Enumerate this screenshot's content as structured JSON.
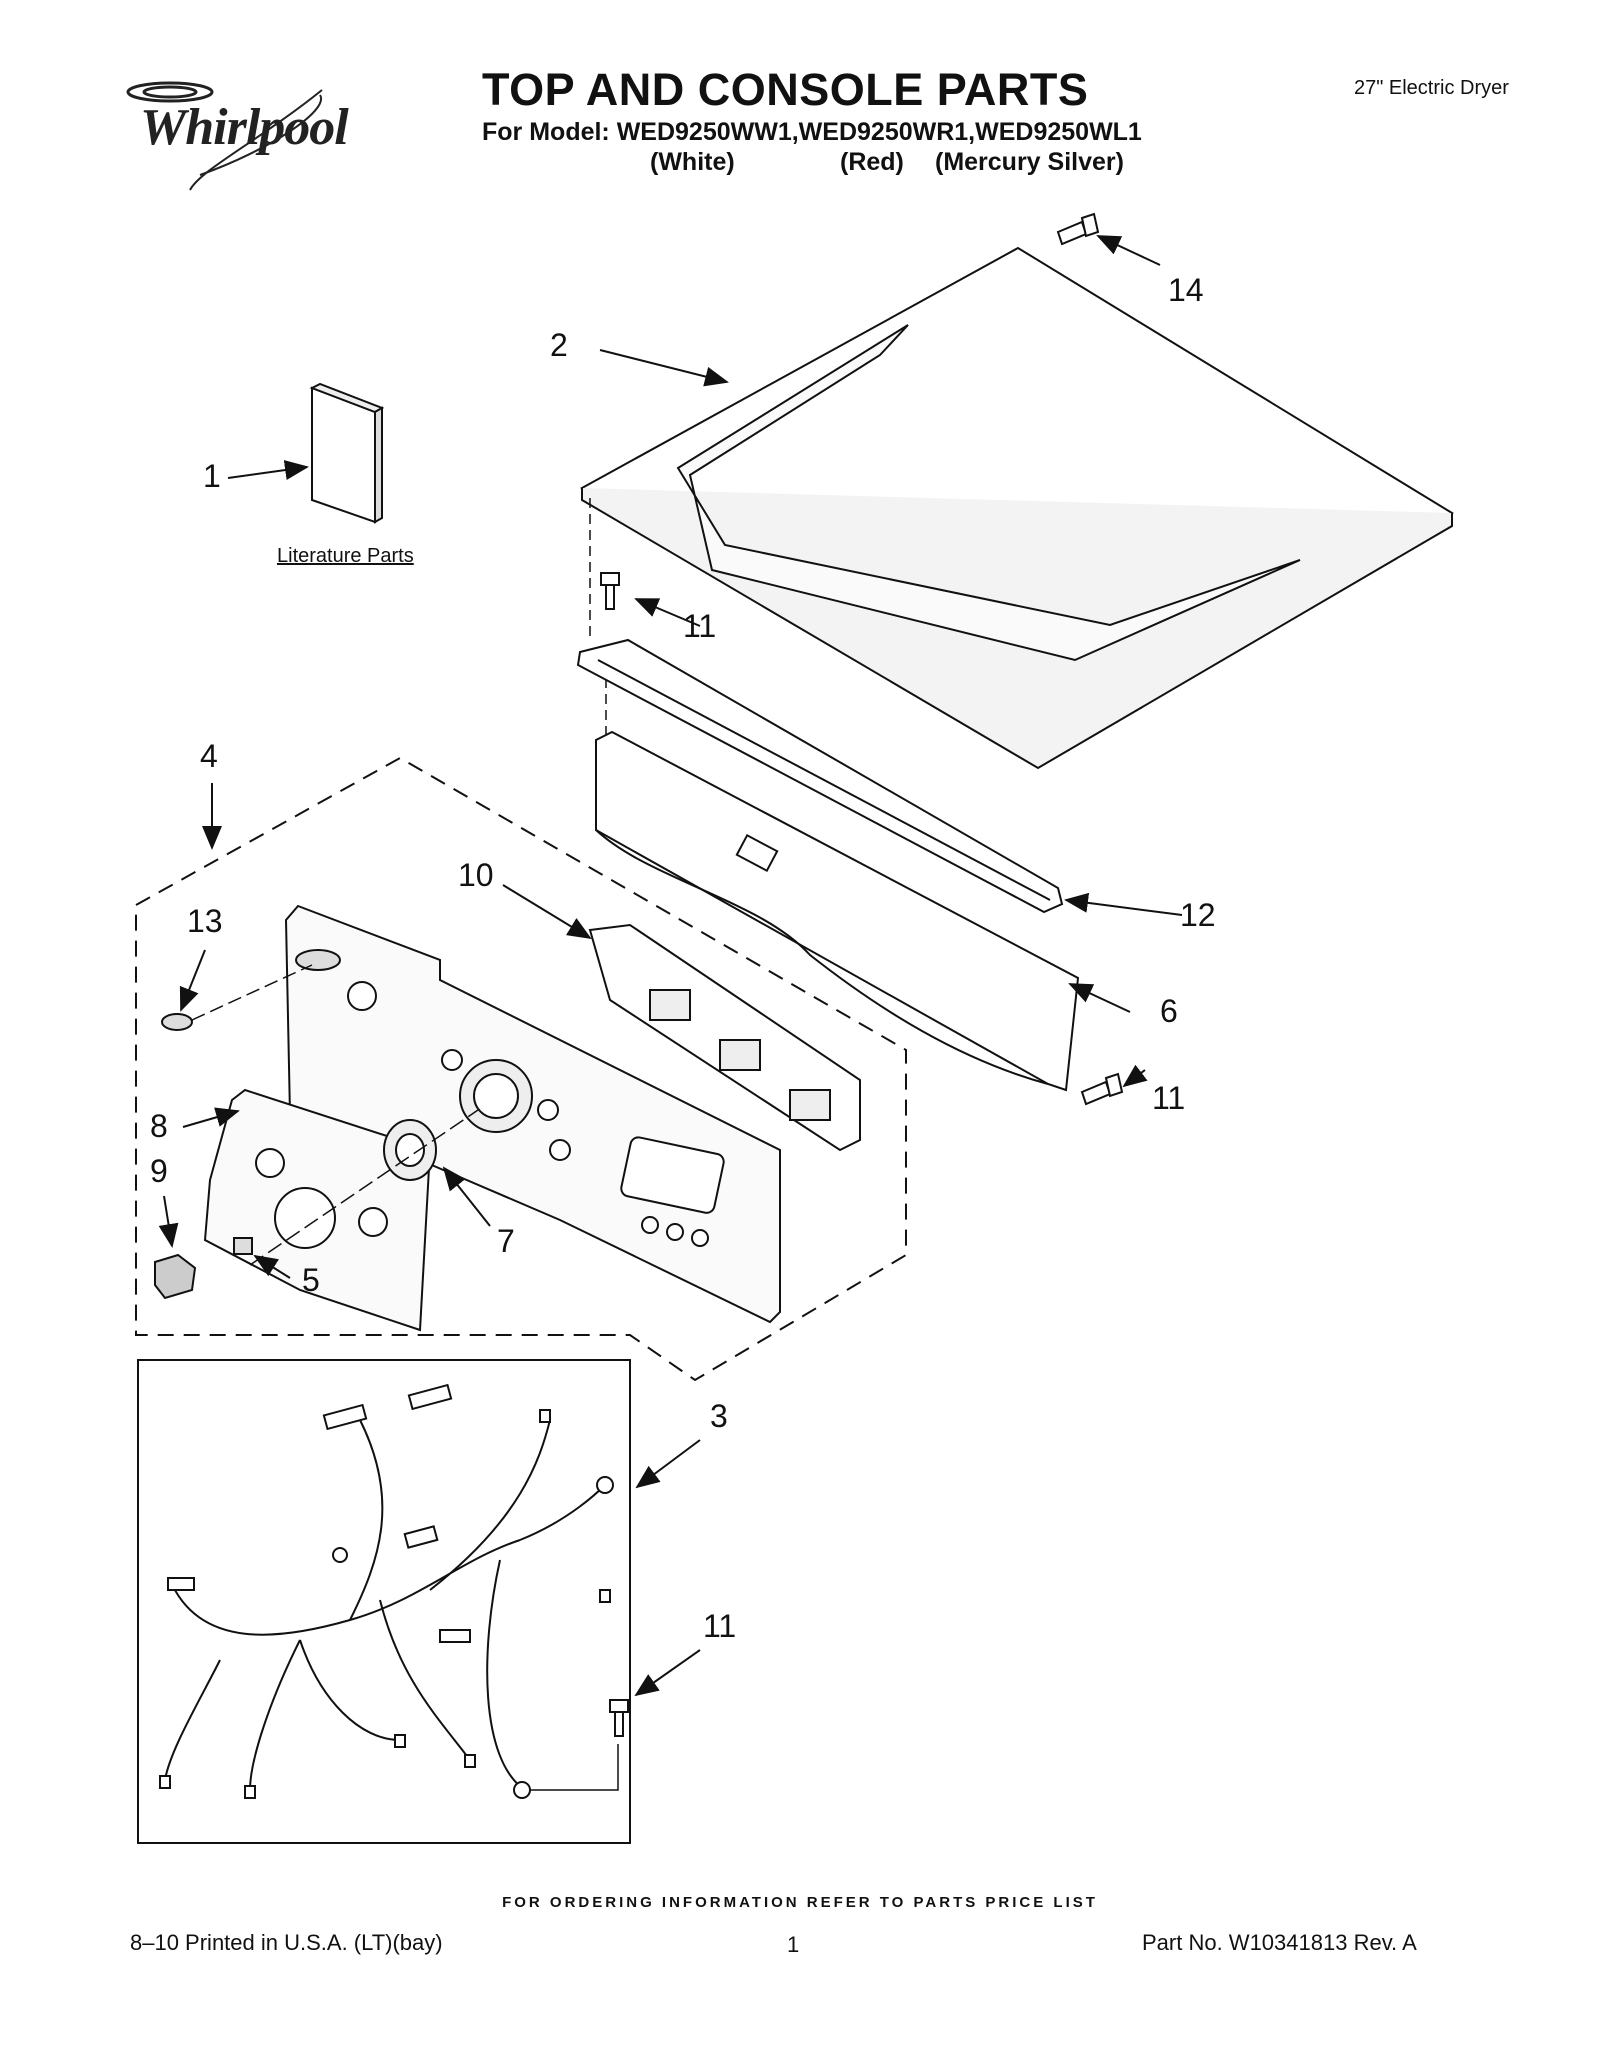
{
  "header": {
    "brand": "Whirlpool",
    "title": "TOP AND CONSOLE PARTS",
    "model_line": "For Model: WED9250WW1,WED9250WR1,WED9250WL1",
    "colors": [
      "(White)",
      "(Red)",
      "(Mercury Silver)"
    ],
    "product": "27\" Electric Dryer"
  },
  "literature_label": "Literature Parts",
  "callouts": {
    "c1": "1",
    "c2": "2",
    "c3": "3",
    "c4": "4",
    "c5": "5",
    "c6": "6",
    "c7": "7",
    "c8": "8",
    "c9": "9",
    "c10": "10",
    "c11a": "11",
    "c11b": "11",
    "c11c": "11",
    "c12": "12",
    "c13": "13",
    "c14": "14"
  },
  "footer": {
    "order_info": "FOR ORDERING INFORMATION REFER TO PARTS PRICE LIST",
    "printed": "8–10 Printed in U.S.A. (LT)(bay)",
    "page": "1",
    "part_no": "Part No. W10341813 Rev. A"
  }
}
